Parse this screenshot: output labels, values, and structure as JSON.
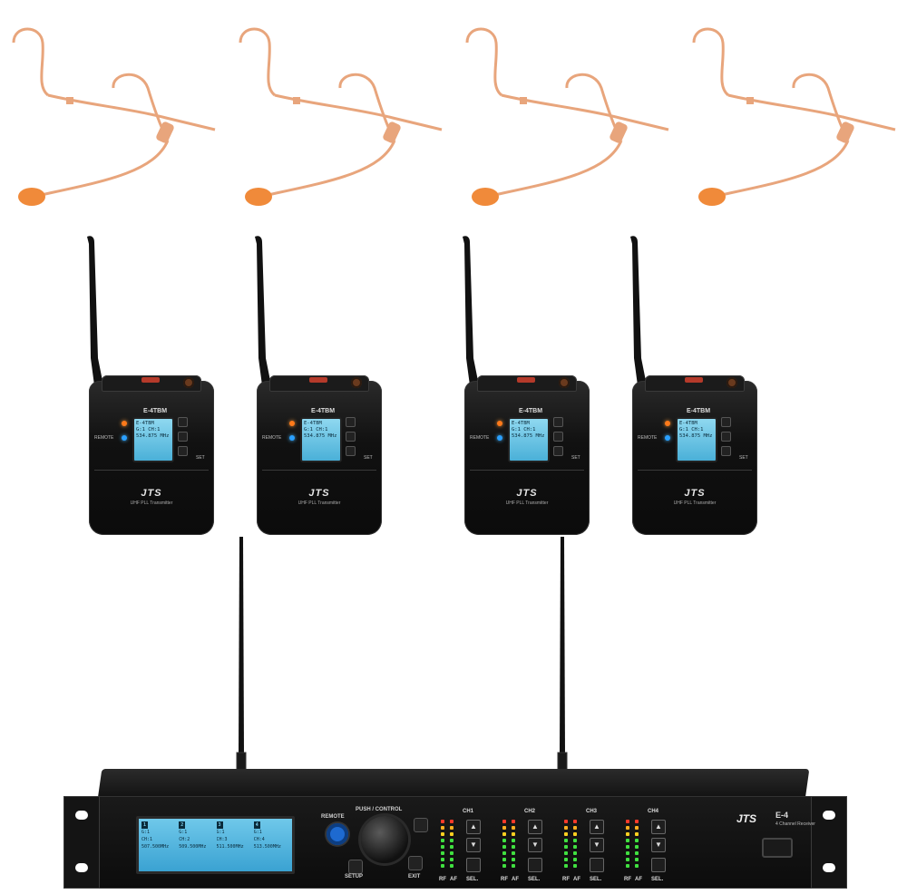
{
  "colors": {
    "headset": "#e8a57c",
    "foam": "#f08a3a",
    "lcd": "#5ab8e0",
    "led_orange": "#ff7a1a",
    "led_blue": "#2aa0ff",
    "remote_port": "#1e6ad0"
  },
  "headsets": [
    {
      "id": 1
    },
    {
      "id": 2
    },
    {
      "id": 3
    },
    {
      "id": 4
    }
  ],
  "transmitters": [
    {
      "model": "E-4TBM",
      "lcd": [
        "E-4TBM",
        "G:1 CH:1",
        "534.875 MHz"
      ],
      "remote_label": "REMOTE",
      "set_label": "SET",
      "brand": "JTS",
      "subtitle": "UHF PLL Transmitter"
    },
    {
      "model": "E-4TBM",
      "lcd": [
        "E-4TBM",
        "G:1 CH:1",
        "534.875 MHz"
      ],
      "remote_label": "REMOTE",
      "set_label": "SET",
      "brand": "JTS",
      "subtitle": "UHF PLL Transmitter"
    },
    {
      "model": "E-4TBM",
      "lcd": [
        "E-4TBM",
        "G:1 CH:1",
        "534.875 MHz"
      ],
      "remote_label": "REMOTE",
      "set_label": "SET",
      "brand": "JTS",
      "subtitle": "UHF PLL Transmitter"
    },
    {
      "model": "E-4TBM",
      "lcd": [
        "E-4TBM",
        "G:1 CH:1",
        "534.875 MHz"
      ],
      "remote_label": "REMOTE",
      "set_label": "SET",
      "brand": "JTS",
      "subtitle": "UHF PLL Transmitter"
    }
  ],
  "receiver": {
    "brand": "JTS",
    "model": "E-4",
    "subtitle": "4 Channel Receiver",
    "remote_label": "REMOTE",
    "control_label": "PUSH / CONTROL",
    "setup_label": "SETUP",
    "exit_label": "EXIT",
    "lcd_channels": [
      {
        "num": "1",
        "group": "G:1",
        "ch": "CH:1",
        "freq": "507.500MHz"
      },
      {
        "num": "2",
        "group": "G:1",
        "ch": "CH:2",
        "freq": "509.500MHz"
      },
      {
        "num": "3",
        "group": "G:1",
        "ch": "CH:3",
        "freq": "511.500MHz"
      },
      {
        "num": "4",
        "group": "G:1",
        "ch": "CH:4",
        "freq": "513.500MHz"
      }
    ],
    "channels": [
      {
        "title": "CH1",
        "rf": "RF",
        "af": "AF",
        "sel": "SEL."
      },
      {
        "title": "CH2",
        "rf": "RF",
        "af": "AF",
        "sel": "SEL."
      },
      {
        "title": "CH3",
        "rf": "RF",
        "af": "AF",
        "sel": "SEL."
      },
      {
        "title": "CH4",
        "rf": "RF",
        "af": "AF",
        "sel": "SEL."
      }
    ]
  }
}
